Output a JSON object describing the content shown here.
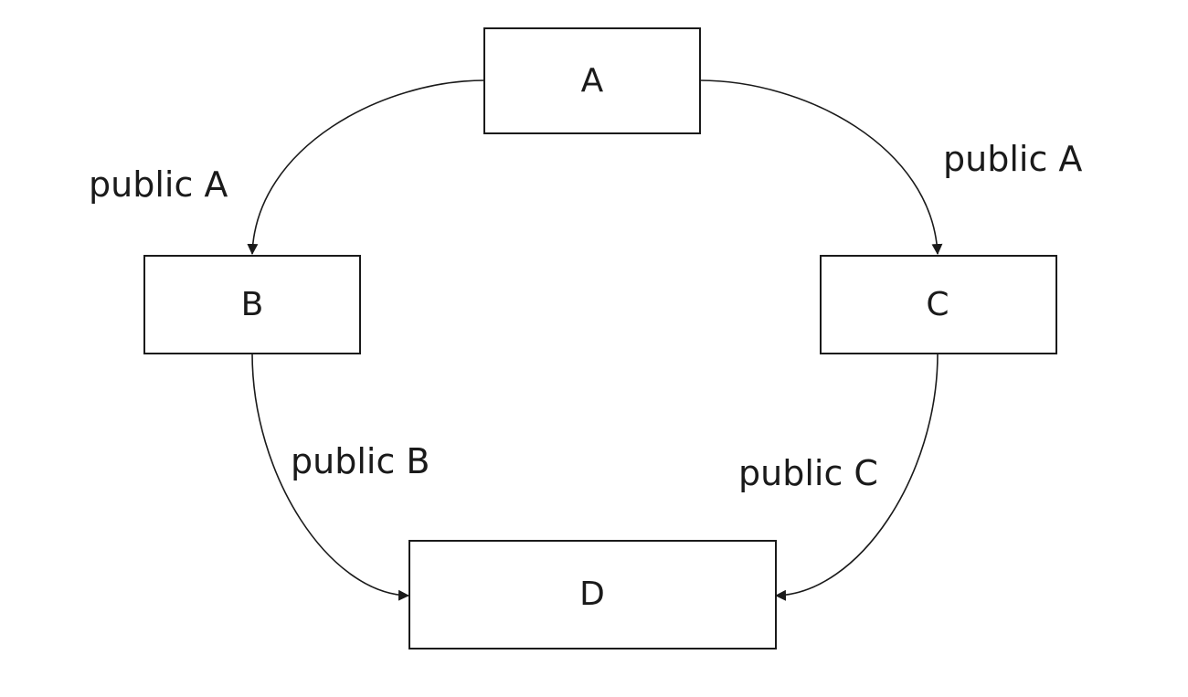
{
  "diagram": {
    "colors": {
      "stroke": "#1a1a1a",
      "background": "#ffffff"
    },
    "nodes": {
      "a": {
        "label": "A"
      },
      "b": {
        "label": "B"
      },
      "c": {
        "label": "C"
      },
      "d": {
        "label": "D"
      }
    },
    "edges": {
      "a_to_b": {
        "from": "A",
        "to": "B",
        "label": "public A"
      },
      "a_to_c": {
        "from": "A",
        "to": "C",
        "label": "public A"
      },
      "b_to_d": {
        "from": "B",
        "to": "D",
        "label": "public B"
      },
      "c_to_d": {
        "from": "C",
        "to": "D",
        "label": "public C"
      }
    }
  }
}
